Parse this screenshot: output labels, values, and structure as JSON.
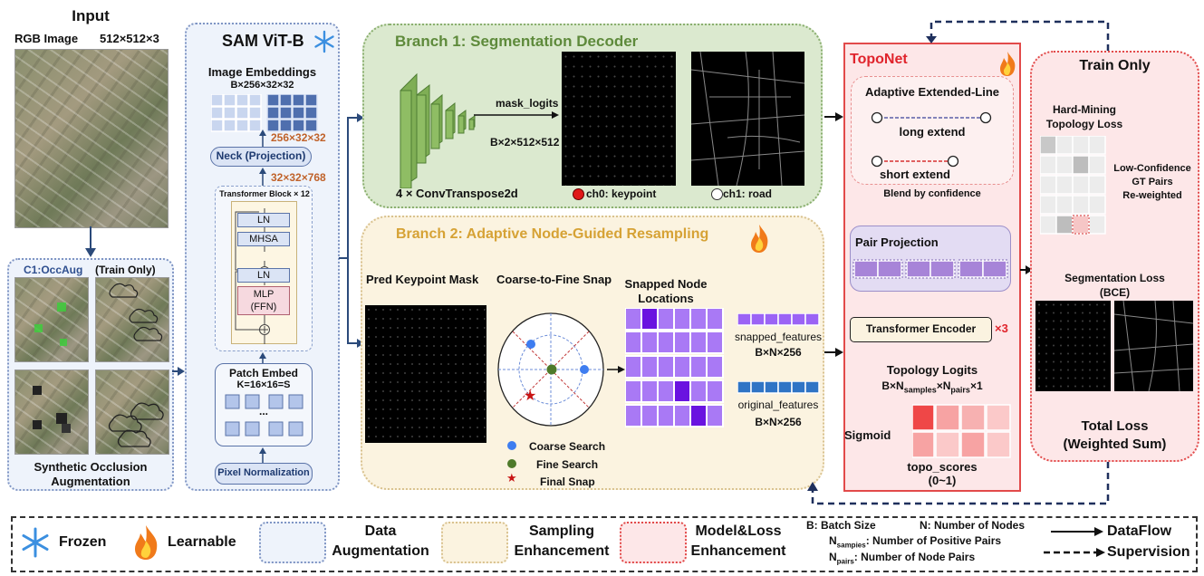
{
  "input": {
    "title": "Input",
    "image_label": "RGB Image",
    "image_dims": "512×512×3"
  },
  "occaug": {
    "title": "C1:OccAug",
    "train_only": "(Train Only)",
    "caption_line1": "Synthetic Occlusion",
    "caption_line2": "Augmentation"
  },
  "sam": {
    "title": "SAM ViT-B",
    "embeddings_title": "Image Embeddings",
    "embeddings_dims": "B×256×32×32",
    "neck_dims_out": "256×32×32",
    "neck_label": "Neck (Projection)",
    "neck_dims_in": "32×32×768",
    "transformer_label": "Transformer Block × 12",
    "ln1": "LN",
    "mhsa": "MHSA",
    "ln2": "LN",
    "mlp": "MLP",
    "ffn": "(FFN)",
    "patch_title": "Patch Embed",
    "patch_kernel": "K=16×16=S",
    "patch_dots": "...",
    "pixel_norm": "Pixel Normalization"
  },
  "branch1": {
    "title": "Branch 1: Segmentation Decoder",
    "mask_logits": "mask_logits",
    "mask_dims": "B×2×512×512",
    "convtranspose": "4 × ConvTranspose2d",
    "ch0": "ch0: keypoint",
    "ch1": "ch1: road"
  },
  "branch2": {
    "title": "Branch 2: Adaptive Node-Guided Resampling",
    "pred_mask": "Pred Keypoint Mask",
    "coarse_to_fine": "Coarse-to-Fine Snap",
    "snapped_title_line1": "Snapped Node",
    "snapped_title_line2": "Locations",
    "snapped_features": "snapped_features",
    "snapped_dims": "B×N×256",
    "original_features": "original_features",
    "original_dims": "B×N×256",
    "legend_coarse": "Coarse Search",
    "legend_fine": "Fine Search",
    "legend_final": "Final Snap"
  },
  "toponet": {
    "title": "TopoNet",
    "ael_title": "Adaptive Extended-Line",
    "long_extend": "long extend",
    "short_extend": "short extend",
    "blend": "Blend by confidence",
    "pair_projection": "Pair Projection",
    "transformer_encoder": "Transformer Encoder",
    "times3": "×3",
    "topology_logits": "Topology Logits",
    "logits_dims_b": "B×N",
    "logits_sub1": "samples",
    "logits_mid": "×N",
    "logits_sub2": "pairs",
    "logits_end": "×1",
    "sigmoid": "Sigmoid",
    "topo_scores": "topo_scores",
    "range": "(0~1)"
  },
  "train": {
    "title": "Train Only",
    "hard_mining_line1": "Hard-Mining",
    "hard_mining_line2": "Topology Loss",
    "low_conf_line1": "Low-Confidence",
    "low_conf_line2": "GT Pairs",
    "low_conf_line3": "Re-weighted",
    "seg_loss": "Segmentation Loss",
    "bce": "(BCE)",
    "total_loss": "Total Loss",
    "weighted_sum": "(Weighted Sum)"
  },
  "legend": {
    "frozen": "Frozen",
    "learnable": "Learnable",
    "data_aug_line1": "Data",
    "data_aug_line2": "Augmentation",
    "sampling_line1": "Sampling",
    "sampling_line2": "Enhancement",
    "model_loss_line1": "Model&Loss",
    "model_loss_line2": "Enhancement",
    "batch_size": "B: Batch Size",
    "num_nodes": "N: Number of Nodes",
    "n_samples_prefix": "N",
    "n_samples_sub": "sampies",
    "n_samples_text": ": Number of Positive Pairs",
    "n_pairs_prefix": "N",
    "n_pairs_sub": "pairs",
    "n_pairs_text": ": Number of Node Pairs",
    "dataflow": "DataFlow",
    "supervision": "Supervision"
  },
  "colors": {
    "blue_panel": "#eef3fb",
    "blue_border": "#7f95c4",
    "green_panel": "#dbe9cf",
    "green_border": "#8aaf6f",
    "yellow_panel": "#fbf3e0",
    "yellow_border": "#d9c28f",
    "red_panel": "#fde7e8",
    "red_border": "#e24a4a",
    "orange_text": "#c0622a",
    "branch_title": "#5e8a3b",
    "branch2_title": "#d6a235"
  }
}
